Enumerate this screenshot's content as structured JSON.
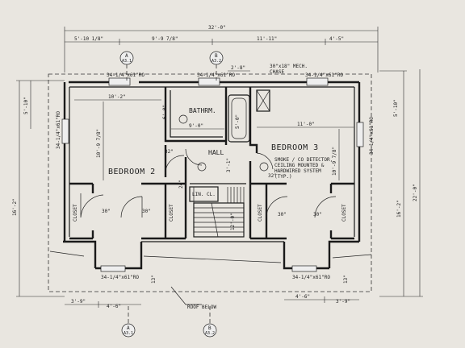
{
  "rooms": {
    "bedroom2": "BEDROOM 2",
    "bedroom3": "BEDROOM 3",
    "bathroom": "BATHRM.",
    "hall": "HALL",
    "linen_closet": "LIN. CL.",
    "closet_left": "CLOSET",
    "closet_mid_left": "CLOSET",
    "closet_mid_right": "CLOSET",
    "closet_right": "CLOSET"
  },
  "dimensions": {
    "overall_width": "32'-0\"",
    "top_seg1": "5'-10 1/8\"",
    "top_seg2": "9'-9 7/8\"",
    "top_seg3": "11'-11\"",
    "top_seg4": "4'-5\"",
    "left_top": "5'-10\"",
    "left_overall": "16'-2\"",
    "right_top": "5'-10\"",
    "right_overall": "16'-2\"",
    "right_total": "22'-0\"",
    "bed2_width": "10'-2\"",
    "bed2_depth": "10'-9 7/8\"",
    "bath_width": "9'-0\"",
    "bath_depth": "6'-0\"",
    "bath_tub": "2'-8\"",
    "tub_depth": "5'-0\"",
    "bed3_width": "11'-0\"",
    "bed3_depth": "10'-9 7/8\"",
    "bottom_left1": "3'-9\"",
    "bottom_left2": "4'-6\"",
    "bottom_right1": "4'-6\"",
    "bottom_right2": "3'-9\"",
    "hall_dim": "3'-1\"",
    "closet_depth_left": "24\"",
    "hall_door": "32\"",
    "bed3_door": "32\"",
    "stair_dim": "12'-0\"",
    "door_30_a": "30\"",
    "door_30_b": "30\"",
    "door_30_c": "30\"",
    "door_30_d": "30\"",
    "side_13_left": "13\"",
    "side_13_right": "13\""
  },
  "windows": {
    "top_left": "34-1/4\"x61\"RO",
    "top_mid": "34-1/4\"x61\"RO",
    "top_right": "34-1/4\"x61\"RO",
    "left_side": "34-1/4\"x61\"RO",
    "right_side": "34-1/4\"x61\"RO",
    "bottom_left": "34-1/4\"x61\"RO",
    "bottom_right": "34-1/4\"x61\"RO"
  },
  "notes": {
    "mech_chase_1": "30\"x18\" MECH.",
    "mech_chase_2": "CHASE",
    "smoke_1": "SMOKE / CO DETECTOR,",
    "smoke_2": "CEILING MOUNTED &",
    "smoke_3": "HARDWIRED SYSTEM",
    "smoke_4": "(TYP.)",
    "roof_below": "ROOF BELOW"
  },
  "section_tags": [
    {
      "letter": "A",
      "sheet": "A3.1"
    },
    {
      "letter": "B",
      "sheet": "A3.2"
    },
    {
      "letter": "A",
      "sheet": "A3.1"
    },
    {
      "letter": "B",
      "sheet": "A3.2"
    }
  ]
}
